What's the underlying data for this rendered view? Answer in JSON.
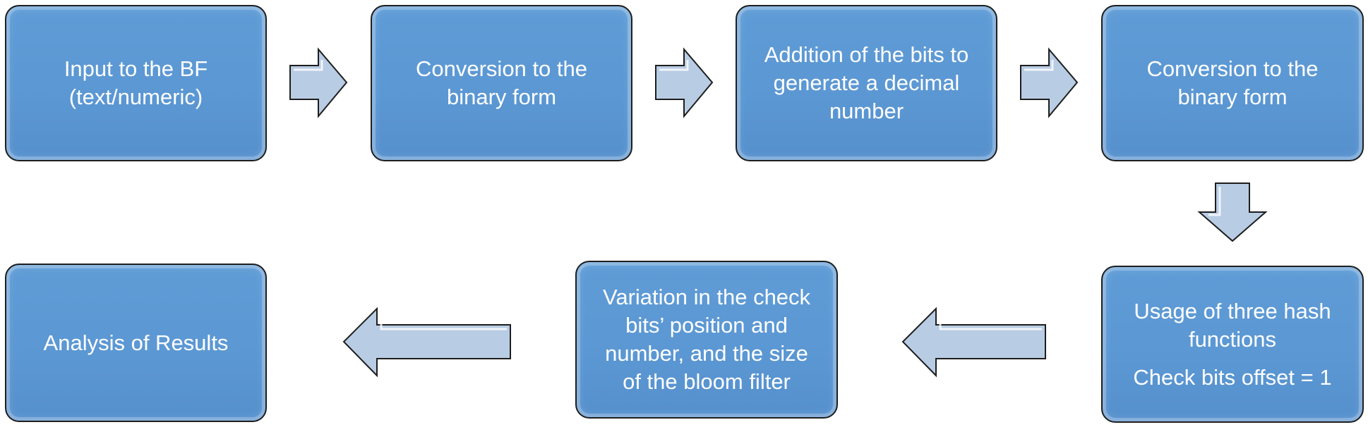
{
  "diagram": {
    "nodes": {
      "input": [
        "Input to the BF",
        "(text/numeric)"
      ],
      "conversion_1": [
        "Conversion to the",
        "binary form"
      ],
      "addition": [
        "Addition of the bits to",
        "generate a decimal",
        "number"
      ],
      "conversion_2": [
        "Conversion to the",
        "binary form"
      ],
      "hash": {
        "lines": [
          "Usage of three hash",
          "functions"
        ],
        "offset": "Check bits offset = 1"
      },
      "variation": [
        "Variation in the check",
        "bits’ position and",
        "number, and the size",
        "of the bloom filter"
      ],
      "analysis": [
        "Analysis of Results"
      ]
    },
    "colors": {
      "box_fill": "#5b97d3",
      "box_border": "#1e1e1e",
      "arrow_fill": "#b8cce4",
      "text": "#ffffff"
    }
  }
}
